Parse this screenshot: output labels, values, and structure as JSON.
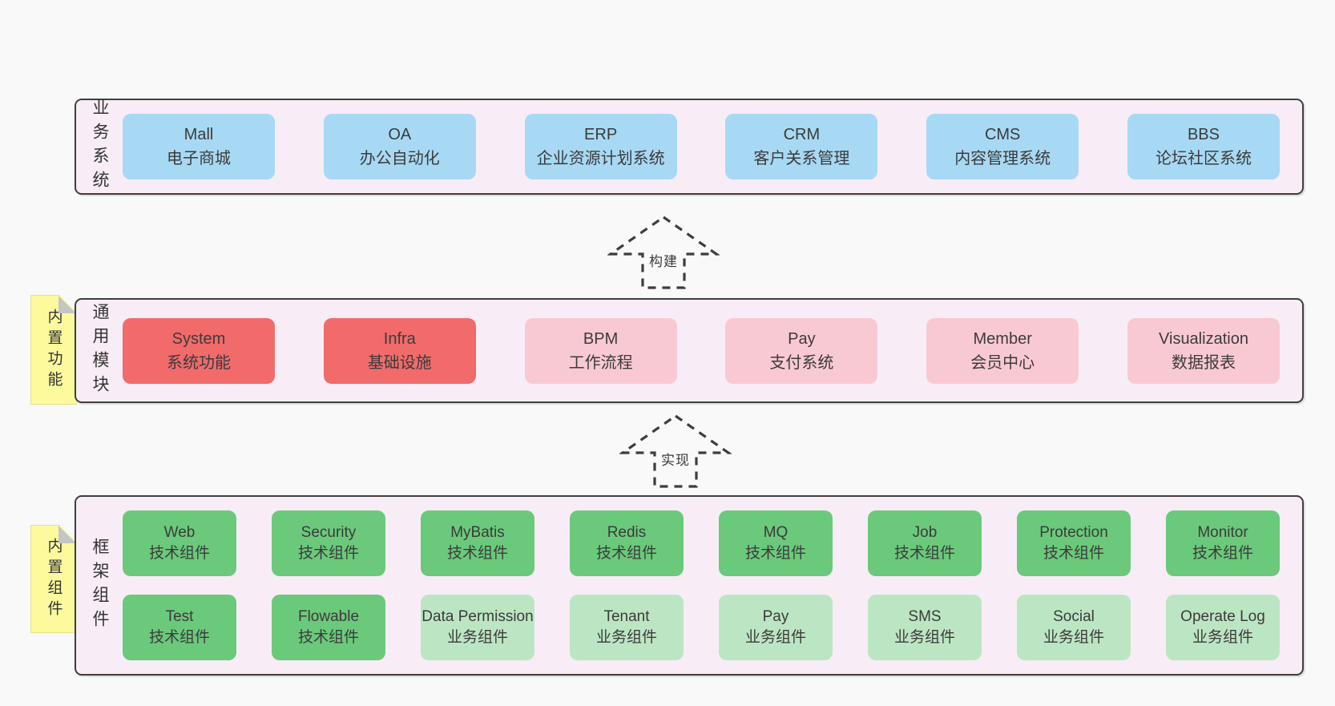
{
  "palette": {
    "page_background": "#f9f9f9",
    "band_background": "#f8edf6",
    "band_border": "#3e3e3e",
    "blue_box": "#a7d9f4",
    "red_box": "#f16b6b",
    "pink_box": "#f9c9d3",
    "green_dark_box": "#6bc97b",
    "green_light_box": "#bce6c3",
    "sticky_note": "#fcfa9d",
    "note_fold": "#c5c5c5",
    "text": "#3b3b3b"
  },
  "bands": [
    {
      "label": "业务系统",
      "boxes": [
        {
          "name": "Mall",
          "subtitle": "电子商城",
          "type": "blue"
        },
        {
          "name": "OA",
          "subtitle": "办公自动化",
          "type": "blue"
        },
        {
          "name": "ERP",
          "subtitle": "企业资源计划系统",
          "type": "blue"
        },
        {
          "name": "CRM",
          "subtitle": "客户关系管理",
          "type": "blue"
        },
        {
          "name": "CMS",
          "subtitle": "内容管理系统",
          "type": "blue"
        },
        {
          "name": "BBS",
          "subtitle": "论坛社区系统",
          "type": "blue"
        }
      ]
    },
    {
      "label": "通用模块",
      "boxes": [
        {
          "name": "System",
          "subtitle": "系统功能",
          "type": "red"
        },
        {
          "name": "Infra",
          "subtitle": "基础设施",
          "type": "red"
        },
        {
          "name": "BPM",
          "subtitle": "工作流程",
          "type": "pink"
        },
        {
          "name": "Pay",
          "subtitle": "支付系统",
          "type": "pink"
        },
        {
          "name": "Member",
          "subtitle": "会员中心",
          "type": "pink"
        },
        {
          "name": "Visualization",
          "subtitle": "数据报表",
          "type": "pink"
        }
      ]
    },
    {
      "label": "框架组件",
      "boxes": [
        {
          "name": "Web",
          "subtitle": "技术组件",
          "type": "green-dark"
        },
        {
          "name": "Security",
          "subtitle": "技术组件",
          "type": "green-dark"
        },
        {
          "name": "MyBatis",
          "subtitle": "技术组件",
          "type": "green-dark"
        },
        {
          "name": "Redis",
          "subtitle": "技术组件",
          "type": "green-dark"
        },
        {
          "name": "MQ",
          "subtitle": "技术组件",
          "type": "green-dark"
        },
        {
          "name": "Job",
          "subtitle": "技术组件",
          "type": "green-dark"
        },
        {
          "name": "Protection",
          "subtitle": "技术组件",
          "type": "green-dark"
        },
        {
          "name": "Monitor",
          "subtitle": "技术组件",
          "type": "green-dark"
        },
        {
          "name": "Test",
          "subtitle": "技术组件",
          "type": "green-dark"
        },
        {
          "name": "Flowable",
          "subtitle": "技术组件",
          "type": "green-dark"
        },
        {
          "name": "Data Permission",
          "subtitle": "业务组件",
          "type": "green-light"
        },
        {
          "name": "Tenant",
          "subtitle": "业务组件",
          "type": "green-light"
        },
        {
          "name": "Pay",
          "subtitle": "业务组件",
          "type": "green-light"
        },
        {
          "name": "SMS",
          "subtitle": "业务组件",
          "type": "green-light"
        },
        {
          "name": "Social",
          "subtitle": "业务组件",
          "type": "green-light"
        },
        {
          "name": "Operate Log",
          "subtitle": "业务组件",
          "type": "green-light"
        }
      ]
    }
  ],
  "notes": [
    {
      "label": "内置功能"
    },
    {
      "label": "内置组件"
    }
  ],
  "arrows": [
    {
      "label": "构建"
    },
    {
      "label": "实现"
    }
  ]
}
